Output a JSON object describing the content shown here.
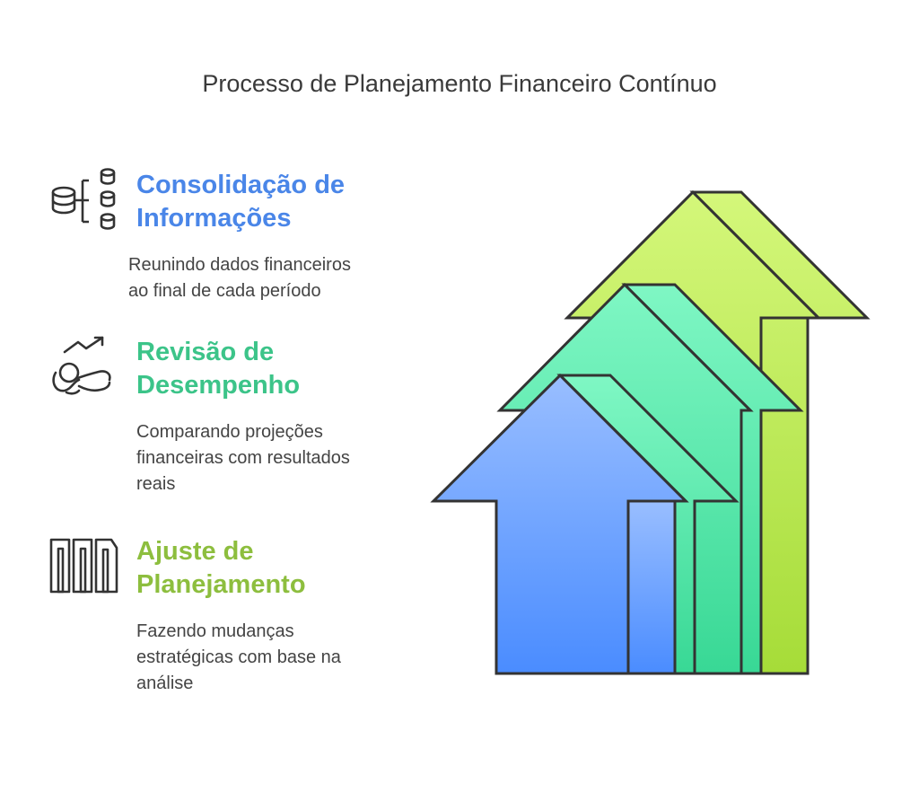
{
  "title": "Processo de Planejamento Financeiro Contínuo",
  "steps": [
    {
      "heading_lines": [
        "Consolidação de",
        "Informações"
      ],
      "description_lines": [
        "Reunindo dados financeiros",
        "ao final de cada período"
      ],
      "color": "#4A86E8",
      "icon": "database-stack-icon"
    },
    {
      "heading_lines": [
        "Revisão de",
        "Desempenho"
      ],
      "description_lines": [
        "Comparando projeções",
        "financeiras com resultados",
        "reais"
      ],
      "color": "#3CC489",
      "icon": "performance-review-icon"
    },
    {
      "heading_lines": [
        "Ajuste de",
        "Planejamento"
      ],
      "description_lines": [
        "Fazendo mudanças",
        "estratégicas com base na",
        "análise"
      ],
      "color": "#8DBE3E",
      "icon": "adjust-columns-icon"
    }
  ],
  "arrows": {
    "back_color_top": "#D4F77A",
    "back_color_bottom": "#A6DC38",
    "middle_color_top": "#7FF7C4",
    "middle_color_bottom": "#38D895",
    "front_color_top": "#99BEFF",
    "front_color_bottom": "#4A8CFF",
    "stroke": "#333333"
  }
}
